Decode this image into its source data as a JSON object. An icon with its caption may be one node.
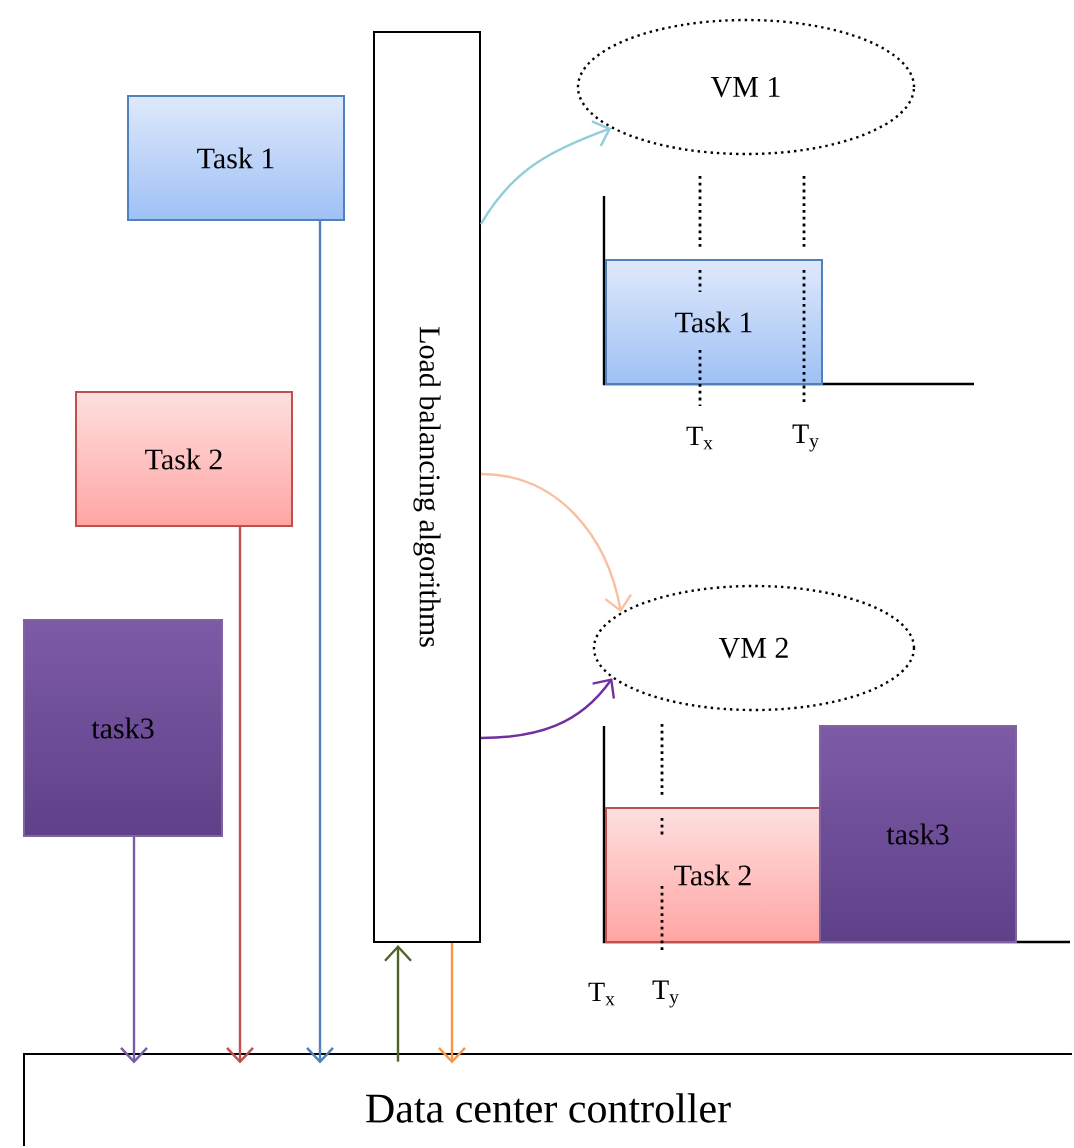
{
  "diagram": {
    "nodes": [
      {
        "text": [
          "Task 1"
        ]
      },
      {
        "text": [
          "Task 2"
        ]
      },
      {
        "text": [
          "task3"
        ]
      },
      {
        "text": [
          "Load balancing algorithms"
        ]
      },
      {
        "text": [
          "Data center controller"
        ]
      },
      {
        "text": [
          "VM 1"
        ]
      },
      {
        "text": [
          "Task 1"
        ]
      },
      {
        "text": [
          "VM 2"
        ]
      },
      {
        "text": [
          "Task 2"
        ]
      },
      {
        "text": [
          "task3"
        ]
      }
    ],
    "edges": [
      {
        "from": 0,
        "to": 4,
        "arrow": "to",
        "color": "#4f81bd"
      },
      {
        "from": 1,
        "to": 4,
        "arrow": "to",
        "color": "#c0504d"
      },
      {
        "from": 2,
        "to": 4,
        "arrow": "to",
        "color": "#7a5ba6"
      },
      {
        "from": 4,
        "to": 3,
        "arrow": "to",
        "color": "#4f6228"
      },
      {
        "from": 3,
        "to": 4,
        "arrow": "to",
        "color": "#f79646"
      },
      {
        "from": 3,
        "to": 5,
        "arrow": "to",
        "color": "#92cddc"
      },
      {
        "from": 3,
        "to": 7,
        "arrow": "to",
        "color": "#fabf9f"
      },
      {
        "from": 3,
        "to": 7,
        "arrow": "to",
        "color": "#7030a0"
      }
    ],
    "labels": [
      "T$_{x}$",
      "T$_{y}$",
      "T$_{x}$",
      "T$_{y}$"
    ]
  }
}
